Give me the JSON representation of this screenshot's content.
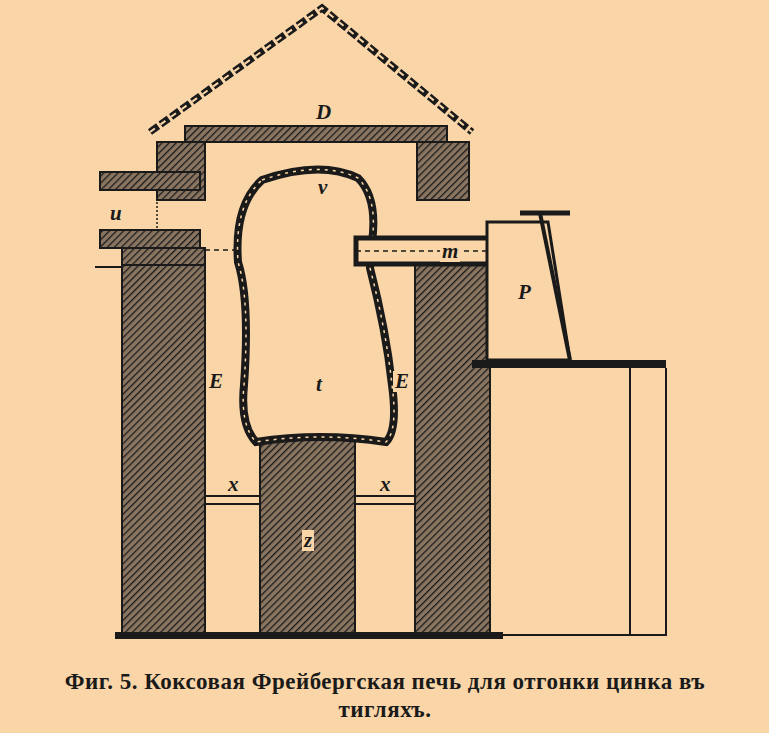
{
  "diagram": {
    "caption": "Фиг. 5. Коксовая Фрейбергская печь для отгонки цинка въ тигляхъ.",
    "labels": [
      "D",
      "u",
      "v",
      "m",
      "P",
      "E",
      "t",
      "E",
      "x",
      "x",
      "z"
    ]
  }
}
